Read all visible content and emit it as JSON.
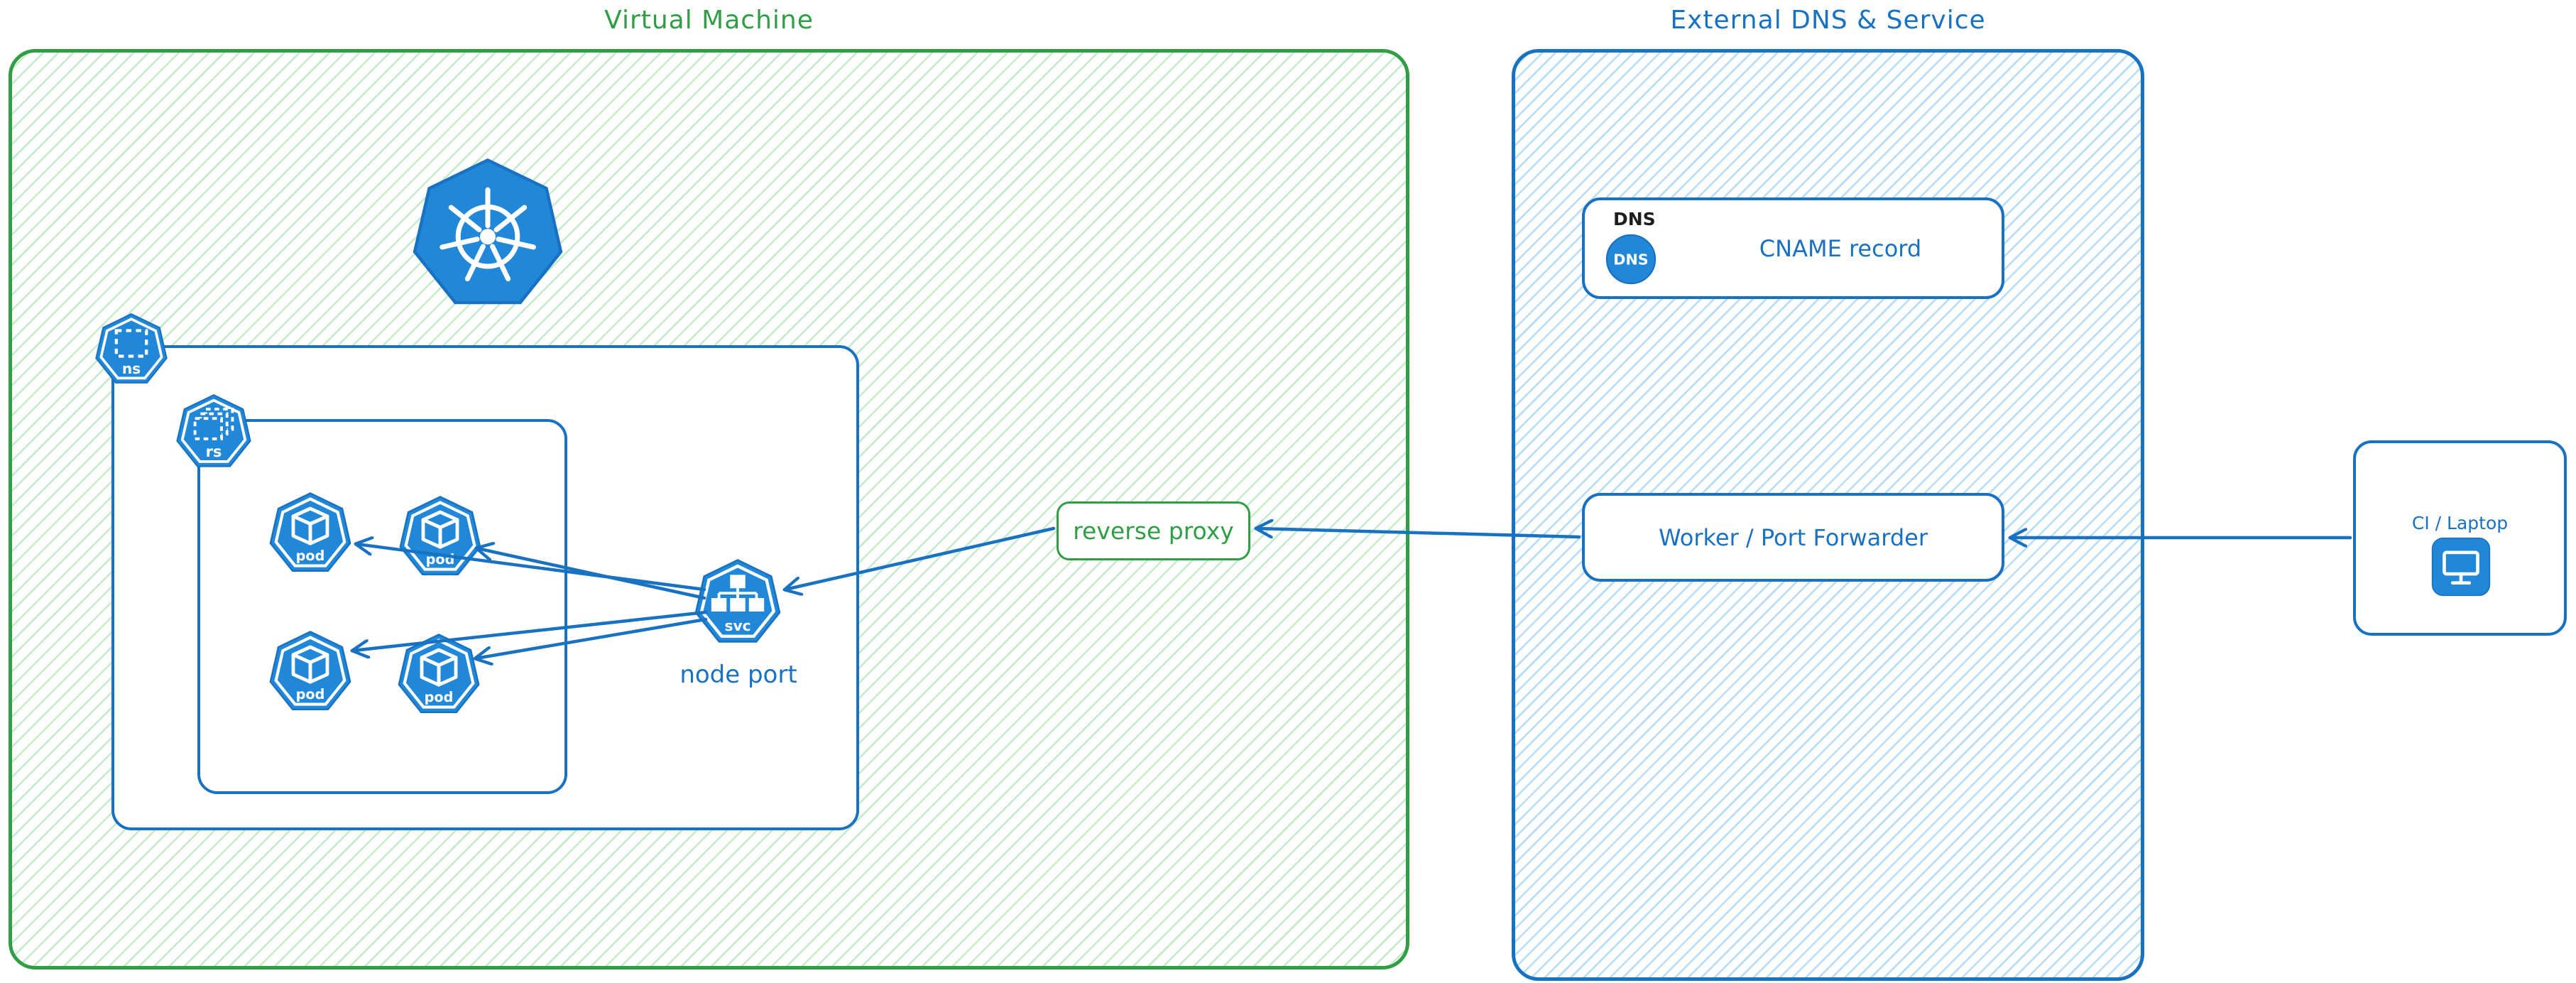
{
  "vm": {
    "title": "Virtual Machine",
    "node_port_label": "node port",
    "reverse_proxy_label": "reverse proxy",
    "icons": {
      "namespace": "ns",
      "replicaset": "rs",
      "pod": "pod",
      "service": "svc"
    }
  },
  "external": {
    "title": "External DNS & Service",
    "dns_card": {
      "label": "DNS",
      "badge": "DNS",
      "record": "CNAME record"
    },
    "worker_label": "Worker / Port Forwarder"
  },
  "client": {
    "label": "CI / Laptop"
  },
  "edges": [
    {
      "from": "node-port-service",
      "to": "pod-1"
    },
    {
      "from": "node-port-service",
      "to": "pod-2"
    },
    {
      "from": "node-port-service",
      "to": "pod-3"
    },
    {
      "from": "node-port-service",
      "to": "pod-4"
    },
    {
      "from": "reverse-proxy",
      "to": "node-port-service"
    },
    {
      "from": "worker-port-forwarder",
      "to": "reverse-proxy"
    },
    {
      "from": "ci-laptop",
      "to": "worker-port-forwarder"
    }
  ],
  "colors": {
    "green": "#2f9e44",
    "blue": "#1971c2",
    "icon_blue": "#2188d9"
  }
}
